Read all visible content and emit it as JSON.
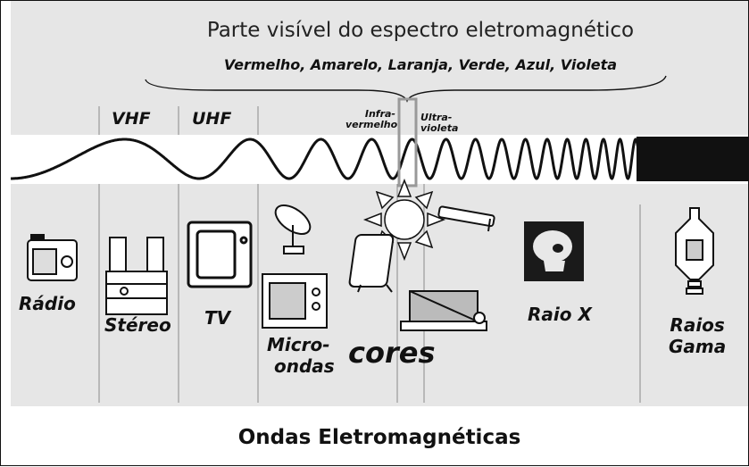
{
  "header": {
    "title": "Parte visível do espectro eletromagnético",
    "colors": "Vermelho, Amarelo, Laranja, Verde, Azul, Violeta"
  },
  "bands": {
    "vhf": "VHF",
    "uhf": "UHF",
    "infra_line1": "Infra-",
    "infra_line2": "vermelho",
    "ultra_line1": "Ultra-",
    "ultra_line2": "violeta"
  },
  "captions": {
    "radio": "Rádio",
    "stereo": "Stéreo",
    "tv": "TV",
    "micro_line1": "Micro-",
    "micro_line2": "ondas",
    "cores": "cores",
    "raio_x": "Raio X",
    "gama_line1": "Raios",
    "gama_line2": "Gama"
  },
  "footer": {
    "title": "Ondas Eletromagnéticas"
  },
  "icons": [
    "radio-icon",
    "stereo-icon",
    "tv-icon",
    "satellite-dish-icon",
    "microwave-icon",
    "sun-icon",
    "heater-icon",
    "uv-lamp-icon",
    "tanning-person-icon",
    "skull-xray-icon",
    "gamma-machine-icon"
  ]
}
